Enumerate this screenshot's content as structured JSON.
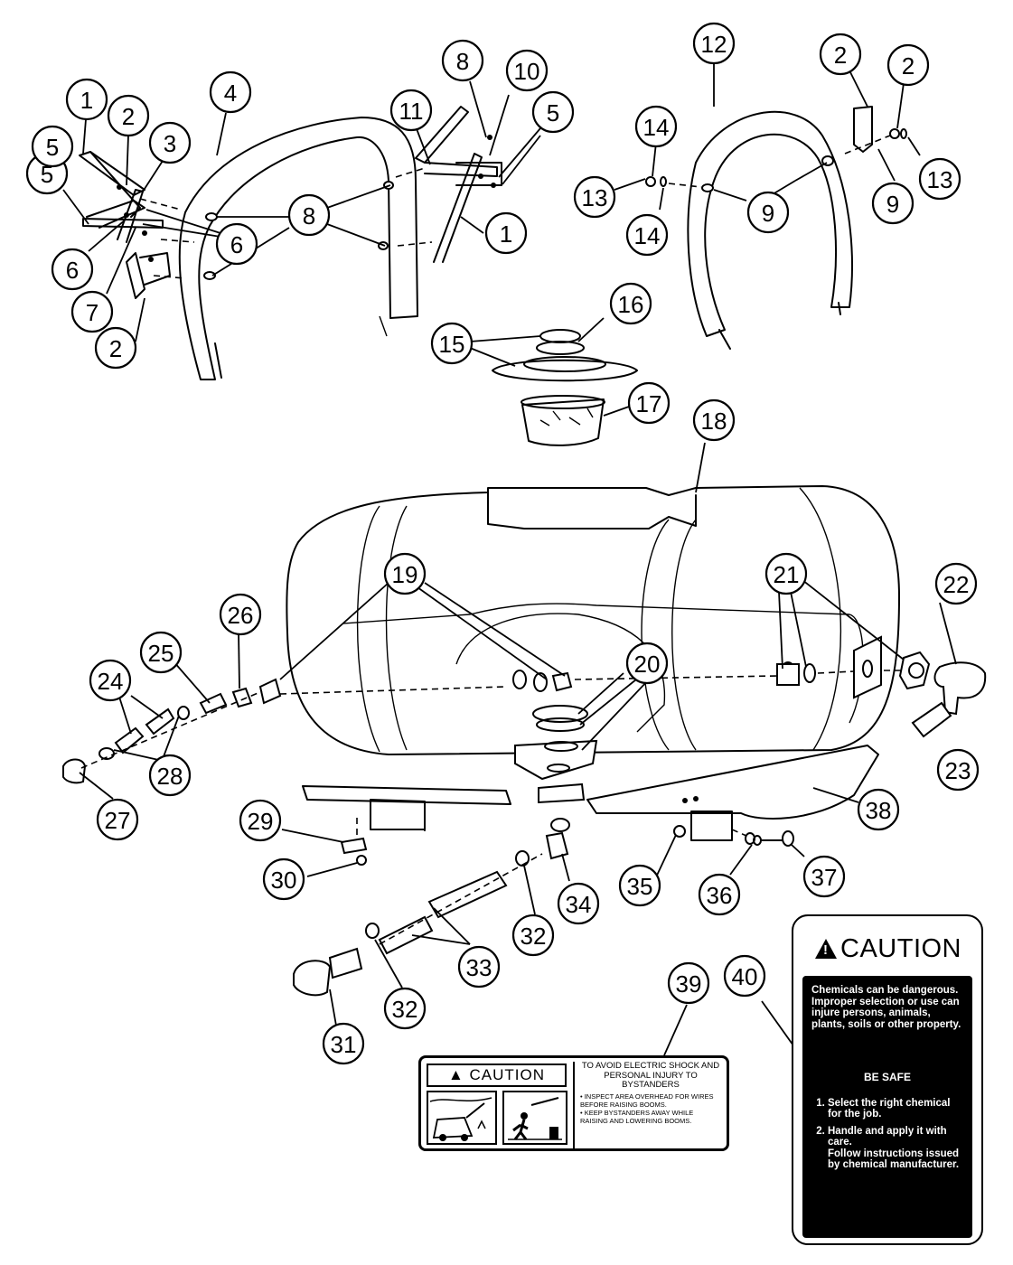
{
  "callouts": [
    {
      "n": "1"
    },
    {
      "n": "2"
    },
    {
      "n": "3"
    },
    {
      "n": "4"
    },
    {
      "n": "5"
    },
    {
      "n": "6"
    },
    {
      "n": "10"
    },
    {
      "n": "8"
    },
    {
      "n": "5"
    },
    {
      "n": "11"
    },
    {
      "n": "12"
    },
    {
      "n": "2"
    },
    {
      "n": "2"
    },
    {
      "n": "14"
    },
    {
      "n": "13"
    },
    {
      "n": "9"
    },
    {
      "n": "9"
    },
    {
      "n": "8"
    },
    {
      "n": "6"
    },
    {
      "n": "7"
    },
    {
      "n": "2"
    },
    {
      "n": "5"
    },
    {
      "n": "1"
    },
    {
      "n": "13"
    },
    {
      "n": "14"
    },
    {
      "n": "16"
    },
    {
      "n": "15"
    },
    {
      "n": "17"
    },
    {
      "n": "18"
    },
    {
      "n": "19"
    },
    {
      "n": "21"
    },
    {
      "n": "22"
    },
    {
      "n": "26"
    },
    {
      "n": "25"
    },
    {
      "n": "24"
    },
    {
      "n": "20"
    },
    {
      "n": "28"
    },
    {
      "n": "27"
    },
    {
      "n": "23"
    },
    {
      "n": "38"
    },
    {
      "n": "29"
    },
    {
      "n": "30"
    },
    {
      "n": "34"
    },
    {
      "n": "35"
    },
    {
      "n": "36"
    },
    {
      "n": "37"
    },
    {
      "n": "32"
    },
    {
      "n": "33"
    },
    {
      "n": "32"
    },
    {
      "n": "31"
    },
    {
      "n": "39"
    },
    {
      "n": "40"
    }
  ],
  "decal39": {
    "header": "CAUTION",
    "lead": "TO AVOID ELECTRIC SHOCK AND PERSONAL INJURY TO BYSTANDERS",
    "bullet1": "• INSPECT AREA OVERHEAD FOR WIRES BEFORE RAISING BOOMS.",
    "bullet2": "• KEEP BYSTANDERS AWAY WHILE RAISING AND LOWERING BOOMS."
  },
  "decal40": {
    "title": "CAUTION",
    "intro": "Chemicals can be dangerous. Improper selection or use can injure persons, animals, plants, soils or other property.",
    "be_safe": "BE SAFE",
    "step1": "Select the right chemical for the job.",
    "step2": "Handle and apply it with care.",
    "step2b": "Follow instructions issued by chemical manufacturer."
  }
}
